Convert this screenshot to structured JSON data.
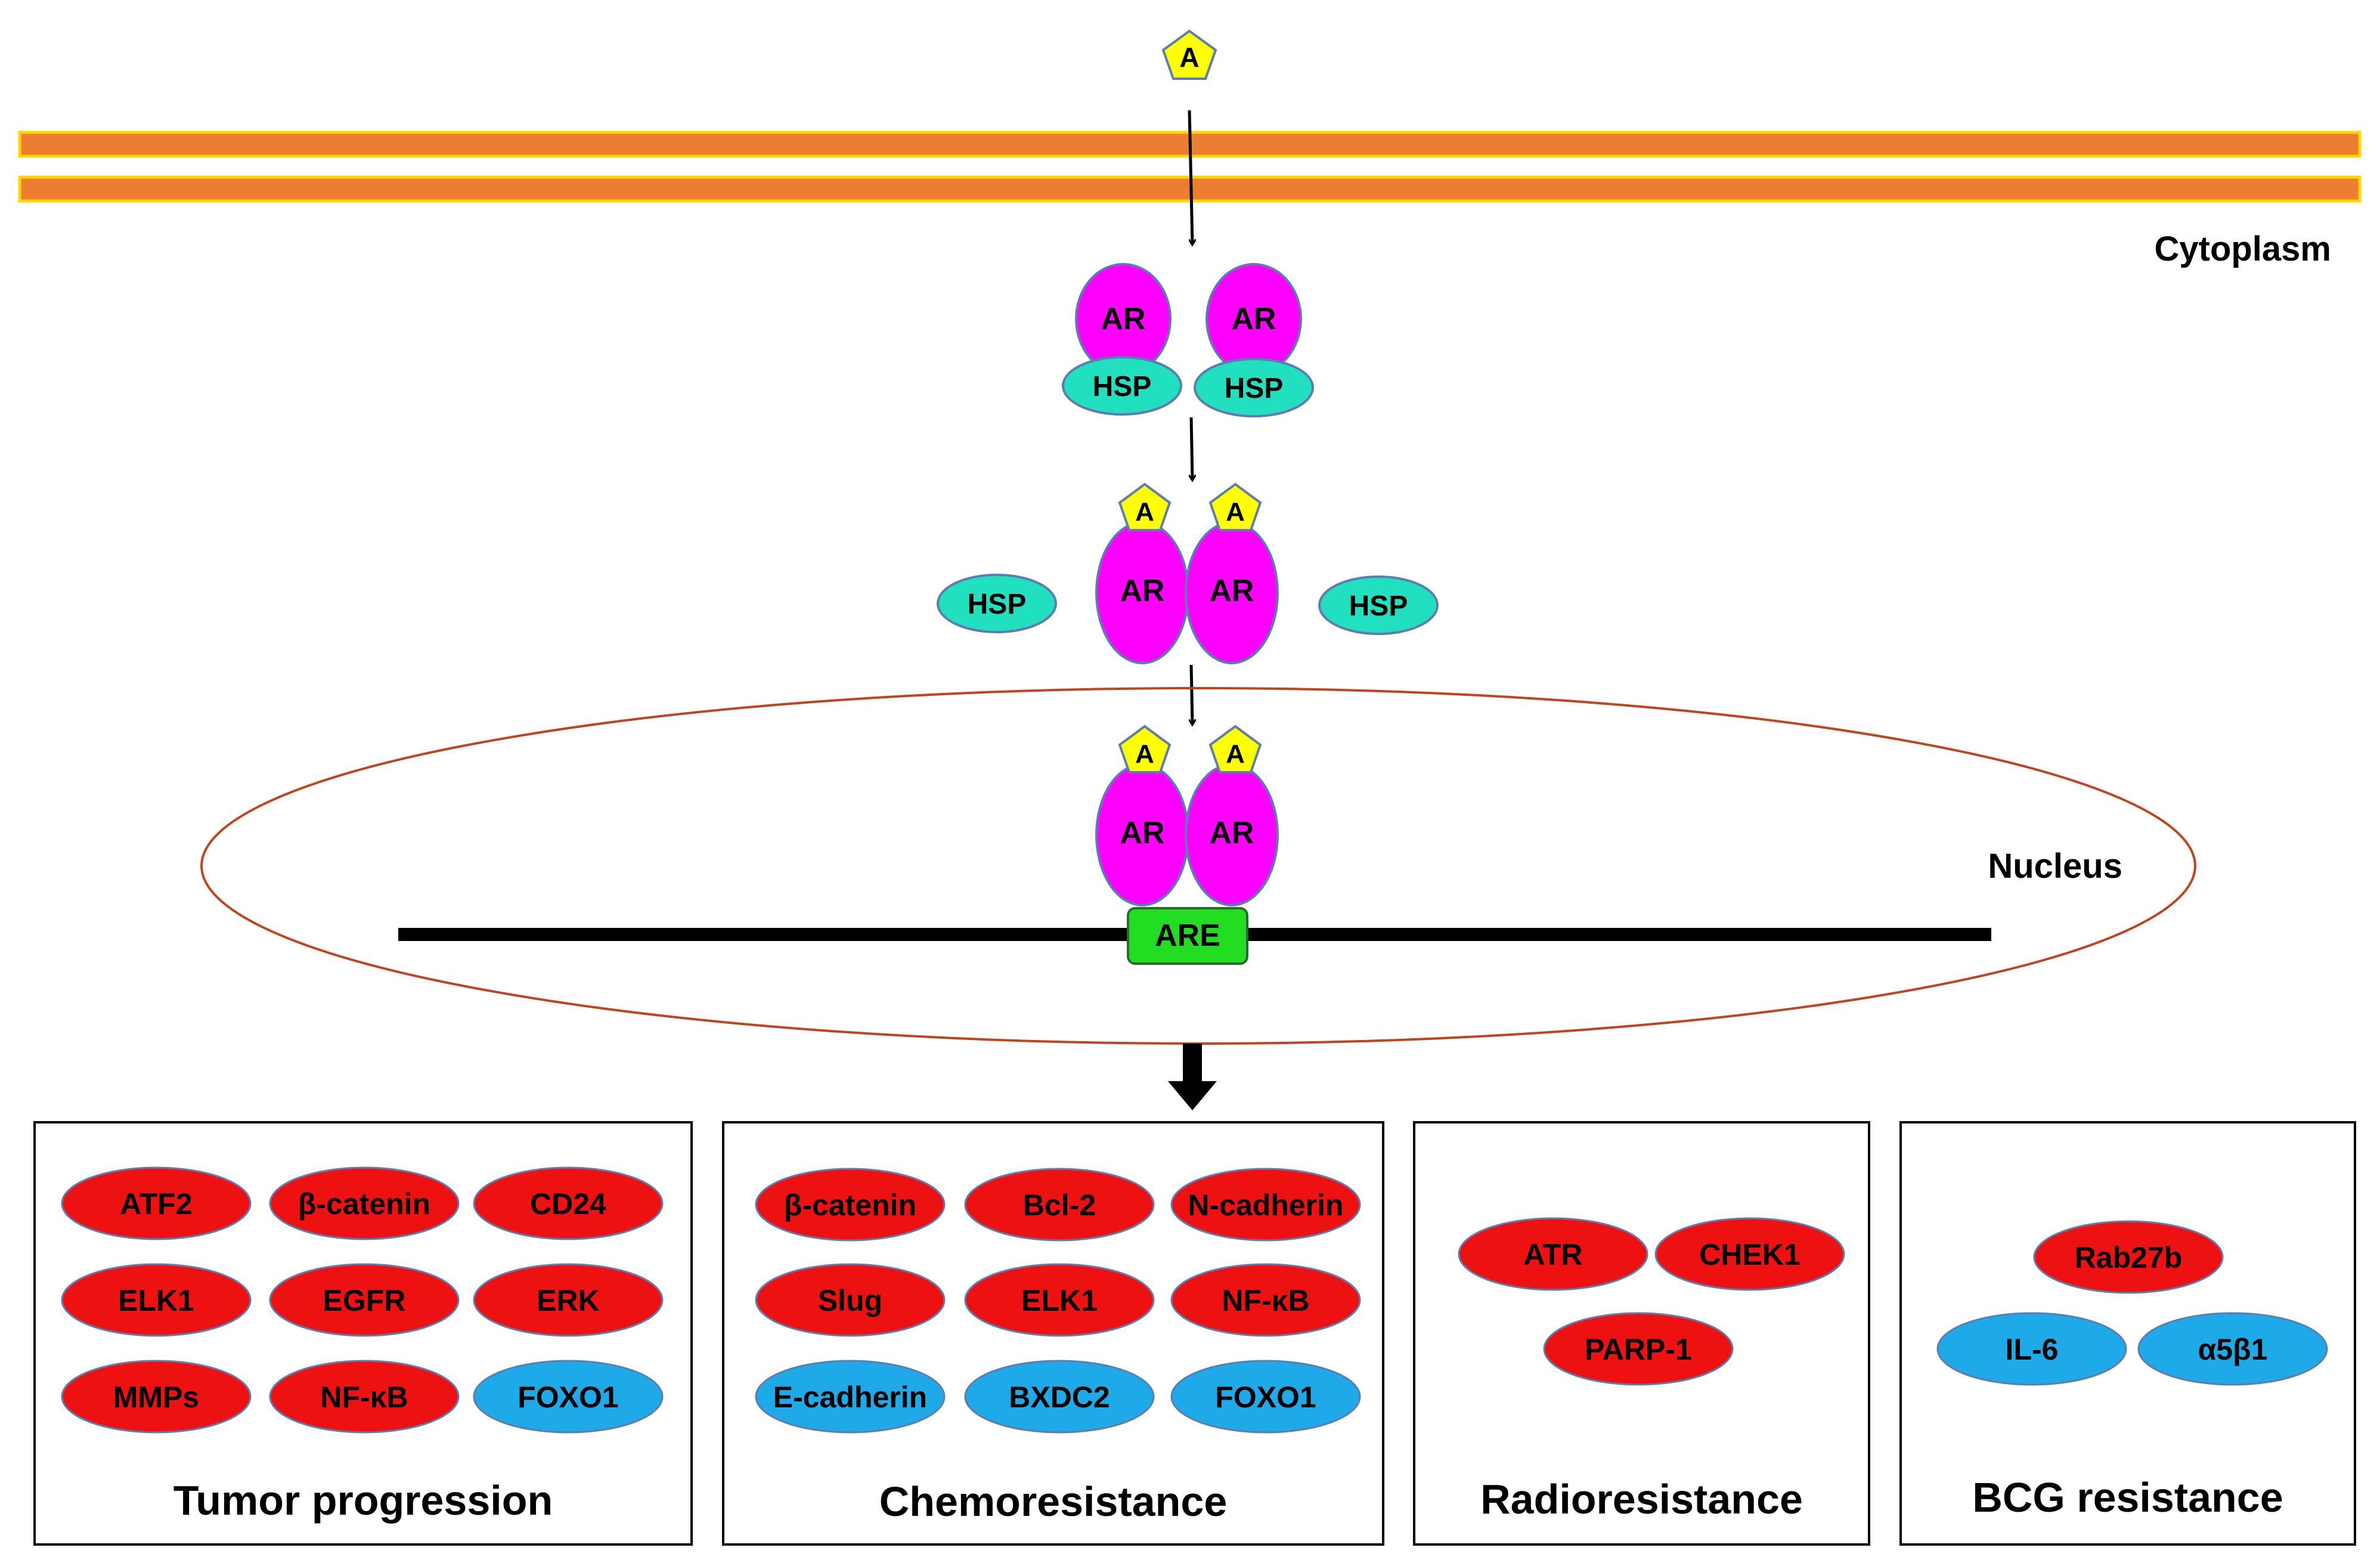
{
  "labels": {
    "androgen": "A",
    "receptor": "AR",
    "heat_shock_protein": "HSP",
    "response_element": "ARE",
    "cytoplasm": "Cytoplasm",
    "nucleus": "Nucleus"
  },
  "colors": {
    "membrane": "#ED7D31",
    "membrane_border": "#FFD700",
    "androgen": "#FFFF00",
    "receptor": "#FF00FF",
    "hsp": "#20E0C0",
    "are": "#22DD22",
    "upregulated": "#EE1111",
    "downregulated": "#1EAAE8",
    "nucleus_border": "#C0441E"
  },
  "outcome_boxes": [
    {
      "title": "Tumor progression",
      "rows": [
        [
          {
            "name": "ATF2",
            "type": "up"
          },
          {
            "name": "β-catenin",
            "type": "up"
          },
          {
            "name": "CD24",
            "type": "up"
          }
        ],
        [
          {
            "name": "ELK1",
            "type": "up"
          },
          {
            "name": "EGFR",
            "type": "up"
          },
          {
            "name": "ERK",
            "type": "up"
          }
        ],
        [
          {
            "name": "MMPs",
            "type": "up"
          },
          {
            "name": "NF-κB",
            "type": "up"
          },
          {
            "name": "FOXO1",
            "type": "down"
          }
        ]
      ]
    },
    {
      "title": "Chemoresistance",
      "rows": [
        [
          {
            "name": "β-catenin",
            "type": "up"
          },
          {
            "name": "Bcl-2",
            "type": "up"
          },
          {
            "name": "N-cadherin",
            "type": "up"
          }
        ],
        [
          {
            "name": "Slug",
            "type": "up"
          },
          {
            "name": "ELK1",
            "type": "up"
          },
          {
            "name": "NF-κB",
            "type": "up"
          }
        ],
        [
          {
            "name": "E-cadherin",
            "type": "down"
          },
          {
            "name": "BXDC2",
            "type": "down"
          },
          {
            "name": "FOXO1",
            "type": "down"
          }
        ]
      ]
    },
    {
      "title": "Radioresistance",
      "rows": [
        [
          {
            "name": "ATR",
            "type": "up"
          },
          {
            "name": "CHEK1",
            "type": "up"
          }
        ],
        [
          {
            "name": "PARP-1",
            "type": "up"
          }
        ]
      ]
    },
    {
      "title": "BCG resistance",
      "rows": [
        [
          {
            "name": "Rab27b",
            "type": "up"
          }
        ],
        [
          {
            "name": "IL-6",
            "type": "down"
          },
          {
            "name": "α5β1",
            "type": "down"
          }
        ]
      ]
    }
  ]
}
